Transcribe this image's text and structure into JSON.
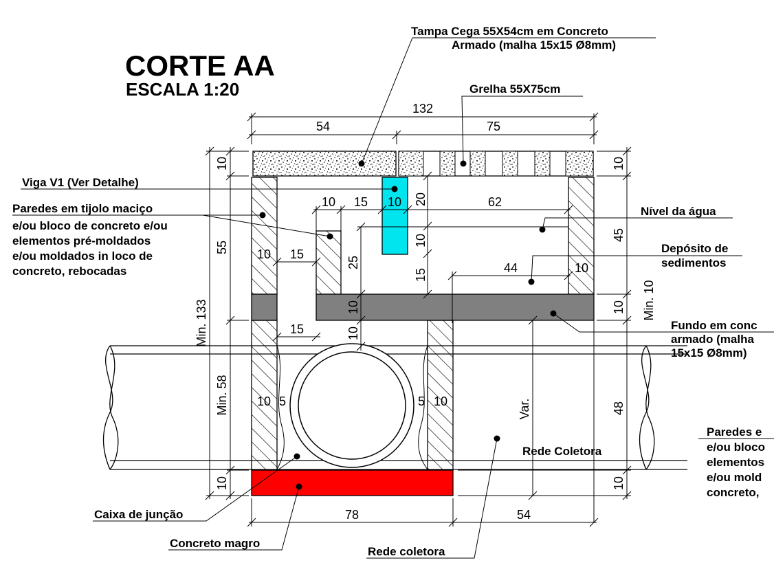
{
  "title": "CORTE AA",
  "scale": "ESCALA 1:20",
  "colors": {
    "water": "#00e5ee",
    "concrete_slab": "#808080",
    "lean_concrete": "#ff0000",
    "lines": "#000000"
  },
  "labels": {
    "tampa": [
      "Tampa Cega 55X54cm em Concreto",
      "Armado (malha 15x15 Ø8mm)"
    ],
    "grelha": "Grelha 55X75cm",
    "viga": "Viga V1 (Ver Detalhe)",
    "paredes": [
      "Paredes em tijolo maciço",
      "e/ou bloco de concreto e/ou",
      "elementos pré-moldados",
      "e/ou moldados in loco de",
      "concreto, rebocadas"
    ],
    "nivel_agua": "Nível da água",
    "deposito": [
      "Depósito de",
      "sedimentos"
    ],
    "fundo": [
      "Fundo em conc",
      "armado (malha",
      "15x15 Ø8mm)"
    ],
    "rede_coletora_right": "Rede Coletora",
    "paredes_right": [
      "Paredes e",
      "e/ou bloco",
      "elementos",
      "e/ou mold",
      "concreto,"
    ],
    "caixa_juncao": "Caixa de junção",
    "concreto_magro": "Concreto magro",
    "rede_coletora_bottom": "Rede coletora"
  },
  "dims": {
    "total_width": "132",
    "top_left_width": "54",
    "top_right_width": "75",
    "d10_a": "10",
    "d15_a": "15",
    "d10_b": "10",
    "d20": "20",
    "d62": "62",
    "d10_left": "10",
    "d15_left": "15",
    "d25": "25",
    "d10_c": "10",
    "d15_b": "15",
    "d44": "44",
    "d10_d": "10",
    "d10_slab": "10",
    "d15_bottom": "15",
    "d10_e": "10",
    "d5_left": "5",
    "d10_pipe_left": "10",
    "d5_right": "5",
    "d10_pipe_right": "10",
    "left_10_top": "10",
    "left_55": "55",
    "left_min133": "Min. 133",
    "left_min58": "Min. 58",
    "left_10_bottom": "10",
    "right_10_top": "10",
    "right_45": "45",
    "right_10_slab": "10",
    "right_min10": "Min. 10",
    "right_48": "48",
    "right_10_bottom": "10",
    "var": "Var.",
    "bottom_78": "78",
    "bottom_54": "54"
  }
}
